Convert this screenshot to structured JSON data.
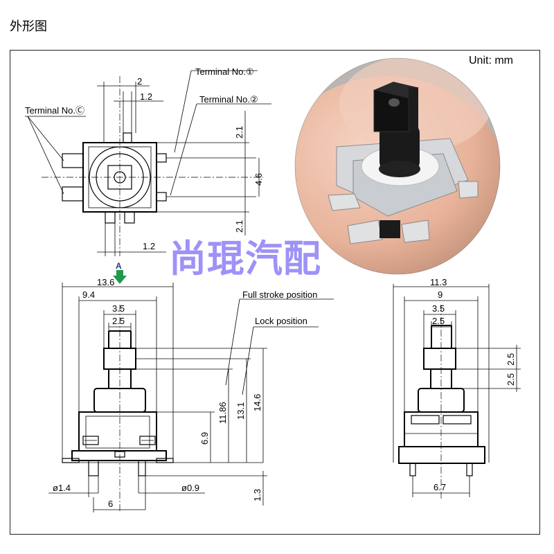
{
  "heading": "外形图",
  "unit_label": "Unit: mm",
  "watermark": "尚琨汽配",
  "callouts": {
    "terminal_1": "Terminal No.①",
    "terminal_2": "Terminal No.②",
    "terminal_c": "Terminal No.Ⓒ",
    "full_stroke": "Full stroke position",
    "lock": "Lock position",
    "view_a": "A"
  },
  "top_view_dims": {
    "width_2": "2",
    "width_1_2_top": "1.2",
    "height_2_1_top": "2.1",
    "height_4_6": "4.6",
    "height_2_1_bottom": "2.1",
    "width_1_2_bottom": "1.2"
  },
  "front_view_dims": {
    "width_13_6": "13.6",
    "width_9_4": "9.4",
    "width_3_5": "3.5",
    "width_2_5": "2.5",
    "height_6_9": "6.9",
    "height_11_86": "11.86",
    "height_13_1": "13.1",
    "height_14_6": "14.6",
    "height_1_3": "1.3",
    "dia_1_4": "ø1.4",
    "dia_0_9": "ø0.9",
    "pitch_6": "6"
  },
  "side_view_dims": {
    "width_11_3": "11.3",
    "width_9": "9",
    "width_3_5": "3.5",
    "width_2_5": "2.5",
    "height_2_5_a": "2.5",
    "height_2_5_b": "2.5",
    "width_6_7": "6.7"
  },
  "colors": {
    "arrow": "#1e9a4a",
    "view_letter": "#1f3a8a",
    "watermark": "#8f84f6",
    "switch_body": "#c9ccd0",
    "actuator": "#1a1a1a",
    "skin": "#e8b39a"
  }
}
